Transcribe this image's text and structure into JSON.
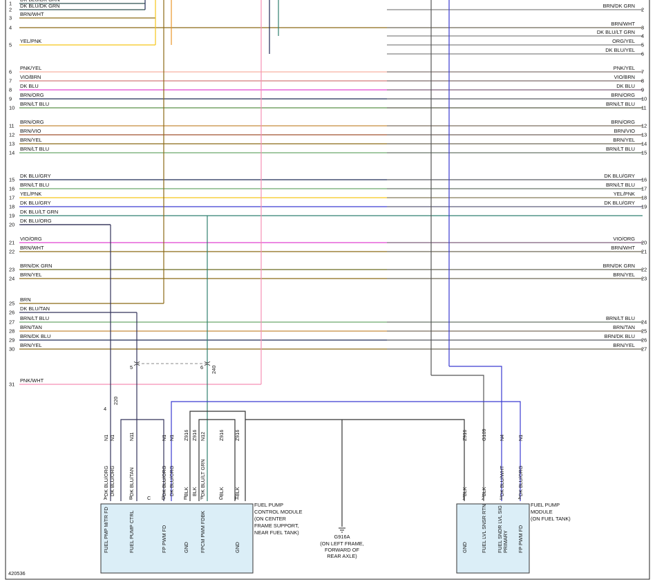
{
  "figure_id": "420536",
  "left_wires": [
    {
      "pin": "1",
      "label": "DK BLU/DK GRN",
      "color": "#2f4f4f"
    },
    {
      "pin": "2",
      "label": "DK BLU/DK GRN",
      "color": "#2f4f4f"
    },
    {
      "pin": "3",
      "label": "BRN/WHT",
      "color": "#8b6914"
    },
    {
      "pin": "4",
      "label": "",
      "color": "#8b6914"
    },
    {
      "pin": "5",
      "label": "YEL/PNK",
      "color": "#f5c518"
    },
    {
      "pin": "6",
      "label": "PNK/YEL",
      "color": "#f7b0a0"
    },
    {
      "pin": "7",
      "label": "VIO/BRN",
      "color": "#d27a7a"
    },
    {
      "pin": "8",
      "label": "DK BLU",
      "color": "#e040d0"
    },
    {
      "pin": "9",
      "label": "BRN/ORG",
      "color": "#1f2a55"
    },
    {
      "pin": "10",
      "label": "BRN/LT BLU",
      "color": "#9a6a2a"
    },
    {
      "pin": "",
      "label": "",
      "color": "#6aa86a"
    },
    {
      "pin": "11",
      "label": "BRN/ORG",
      "color": "#c58a3a"
    },
    {
      "pin": "12",
      "label": "BRN/VIO",
      "color": "#a0522d"
    },
    {
      "pin": "13",
      "label": "BRN/YEL",
      "color": "#8b6914"
    },
    {
      "pin": "14",
      "label": "BRN/LT BLU",
      "color": "#6aa86a"
    },
    {
      "pin": "15",
      "label": "DK BLU/GRY",
      "color": "#1f2a55"
    },
    {
      "pin": "16",
      "label": "BRN/LT BLU",
      "color": "#6aa86a"
    },
    {
      "pin": "17",
      "label": "YEL/PNK",
      "color": "#f5c518"
    },
    {
      "pin": "18",
      "label": "DK BLU/GRY",
      "color": "#3a3ad0"
    },
    {
      "pin": "19",
      "label": "DK BLU/LT GRN",
      "color": "#2f7f6f"
    },
    {
      "pin": "20",
      "label": "DK BLU/ORG",
      "color": "#33335a"
    },
    {
      "pin": "21",
      "label": "VIO/ORG",
      "color": "#e040d0"
    },
    {
      "pin": "22",
      "label": "BRN/WHT",
      "color": "#8b6914"
    },
    {
      "pin": "23",
      "label": "BRN/DK GRN",
      "color": "#6b6b20"
    },
    {
      "pin": "24",
      "label": "BRN/YEL",
      "color": "#8b6914"
    },
    {
      "pin": "25",
      "label": "BRN",
      "color": "#8b6914"
    },
    {
      "pin": "26",
      "label": "DK BLU/TAN",
      "color": "#33335a"
    },
    {
      "pin": "27",
      "label": "BRN/LT BLU",
      "color": "#6aa86a"
    },
    {
      "pin": "28",
      "label": "BRN/TAN",
      "color": "#c58a3a"
    },
    {
      "pin": "29",
      "label": "BRN/DK BLU",
      "color": "#1f2a55"
    },
    {
      "pin": "30",
      "label": "BRN/YEL",
      "color": "#8b6914"
    },
    {
      "pin": "31",
      "label": "PNK/WHT",
      "color": "#f58fb5"
    }
  ],
  "right_wires": [
    {
      "pin": "2",
      "label": "BRN/DK GRN"
    },
    {
      "pin": "3",
      "label": "BRN/WHT"
    },
    {
      "pin": "4",
      "label": "DK BLU/LT GRN"
    },
    {
      "pin": "5",
      "label": "ORG/YEL"
    },
    {
      "pin": "6",
      "label": "DK BLU/YEL"
    },
    {
      "pin": "7",
      "label": "PNK/YEL"
    },
    {
      "pin": "8",
      "label": "VIO/BRN"
    },
    {
      "pin": "9",
      "label": "DK BLU"
    },
    {
      "pin": "10",
      "label": "BRN/ORG"
    },
    {
      "pin": "11",
      "label": "BRN/LT BLU"
    },
    {
      "pin": "12",
      "label": "BRN/ORG"
    },
    {
      "pin": "13",
      "label": "BRN/VIO"
    },
    {
      "pin": "14",
      "label": "BRN/YEL"
    },
    {
      "pin": "15",
      "label": "BRN/LT BLU"
    },
    {
      "pin": "16",
      "label": "DK BLU/GRY"
    },
    {
      "pin": "17",
      "label": "BRN/LT BLU"
    },
    {
      "pin": "18",
      "label": "YEL/PNK"
    },
    {
      "pin": "19",
      "label": "DK BLU/GRY"
    },
    {
      "pin": "20",
      "label": "VIO/ORG"
    },
    {
      "pin": "21",
      "label": "BRN/WHT"
    },
    {
      "pin": "22",
      "label": "BRN/DK GRN"
    },
    {
      "pin": "23",
      "label": "BRN/YEL"
    },
    {
      "pin": "24",
      "label": "BRN/LT BLU"
    },
    {
      "pin": "25",
      "label": "BRN/TAN"
    },
    {
      "pin": "26",
      "label": "BRN/DK BLU"
    },
    {
      "pin": "27",
      "label": "BRN/YEL"
    }
  ],
  "splices": {
    "s5": "5",
    "s6": "6",
    "s4": "4",
    "c240": "240",
    "c220": "220"
  },
  "fpcm": {
    "title_lines": [
      "FUEL PUMP",
      "CONTROL MODULE",
      "(ON CENTER",
      "FRAME SUPPORT,",
      "NEAR FUEL TANK)"
    ],
    "pins": [
      {
        "letter": "A",
        "circuit": "N1",
        "color_label": "DK BLU/ORG",
        "func": "FUEL PMP M/TR FD"
      },
      {
        "letter": "",
        "circuit": "N1",
        "color_label": "DK BLU/ORG",
        "func": ""
      },
      {
        "letter": "B",
        "circuit": "N11",
        "color_label": "DK BLU/TAN",
        "func": "FUEL PUMP CTRL"
      },
      {
        "letter": "C",
        "circuit": "",
        "color_label": "",
        "func": ""
      },
      {
        "letter": "D",
        "circuit": "N1",
        "color_label": "DK BLU/ORG",
        "func": "FP PWM FD"
      },
      {
        "letter": "",
        "circuit": "N1",
        "color_label": "DK BLU/ORG",
        "func": ""
      },
      {
        "letter": "E",
        "circuit": "Z916",
        "color_label": "BLK",
        "func": "GND"
      },
      {
        "letter": "",
        "circuit": "Z916",
        "color_label": "BLK",
        "func": ""
      },
      {
        "letter": "F",
        "circuit": "N12",
        "color_label": "DK BLU/LT GRN",
        "func": "FPCM PWM FDBK"
      },
      {
        "letter": "G",
        "circuit": "Z916",
        "color_label": "BLK",
        "func": ""
      },
      {
        "letter": "H",
        "circuit": "Z916",
        "color_label": "BLK",
        "func": "GND"
      }
    ]
  },
  "fpm": {
    "title_lines": [
      "FUEL PUMP",
      "MODULE",
      "(ON FUEL TANK)"
    ],
    "pins": [
      {
        "num": "1",
        "circuit": "Z916",
        "color_label": "BLK",
        "func": "GND"
      },
      {
        "num": "2",
        "circuit": "G109",
        "color_label": "BLK",
        "func": "FUEL LVL SNSR RTN"
      },
      {
        "num": "3",
        "circuit": "N4",
        "color_label": "DK BLU/WHT",
        "func": "FUEL SNDR LVL SIG PRIMARY"
      },
      {
        "num": "4",
        "circuit": "N1",
        "color_label": "DK BLU/ORG",
        "func": "FP PWM FD"
      }
    ]
  },
  "ground": {
    "id": "G916A",
    "lines": [
      "(ON LEFT FRAME,",
      "FORWARD OF",
      "REAR AXLE)"
    ]
  }
}
